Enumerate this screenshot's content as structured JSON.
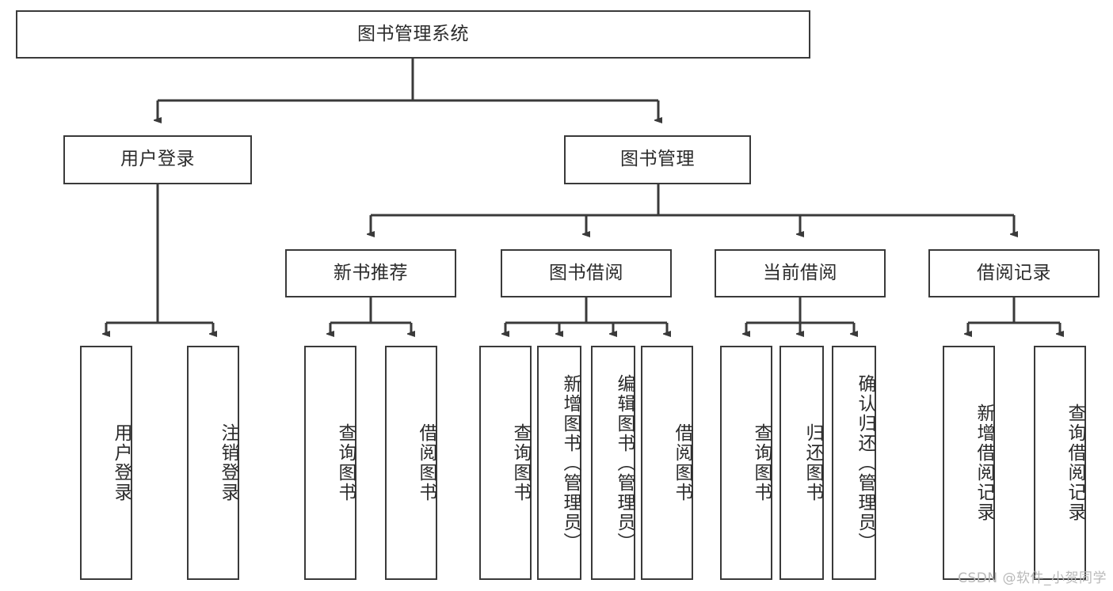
{
  "diagram": {
    "title": "图书管理系统",
    "type": "tree-hierarchy",
    "watermark": "CSDN @软件_小贺同学",
    "colors": {
      "border": "#3a3a3a",
      "text": "#2b2b2b",
      "background": "#ffffff",
      "watermark": "#b9b9b9"
    },
    "root": {
      "label": "图书管理系统"
    },
    "level1": [
      {
        "label": "用户登录"
      },
      {
        "label": "图书管理"
      }
    ],
    "level2": [
      {
        "label": "新书推荐"
      },
      {
        "label": "图书借阅"
      },
      {
        "label": "当前借阅"
      },
      {
        "label": "借阅记录"
      }
    ],
    "leaves": {
      "user_login": [
        {
          "label": "用户登录"
        },
        {
          "label": "注销登录"
        }
      ],
      "new_book_recommend": [
        {
          "label": "查询图书"
        },
        {
          "label": "借阅图书"
        }
      ],
      "book_borrow": [
        {
          "label": "查询图书"
        },
        {
          "label": "新增图书（管理员）"
        },
        {
          "label": "编辑图书（管理员）"
        },
        {
          "label": "借阅图书"
        }
      ],
      "current_borrow": [
        {
          "label": "查询图书"
        },
        {
          "label": "归还图书"
        },
        {
          "label": "确认归还（管理员）"
        }
      ],
      "borrow_record": [
        {
          "label": "新增借阅记录"
        },
        {
          "label": "查询借阅记录"
        }
      ]
    }
  }
}
